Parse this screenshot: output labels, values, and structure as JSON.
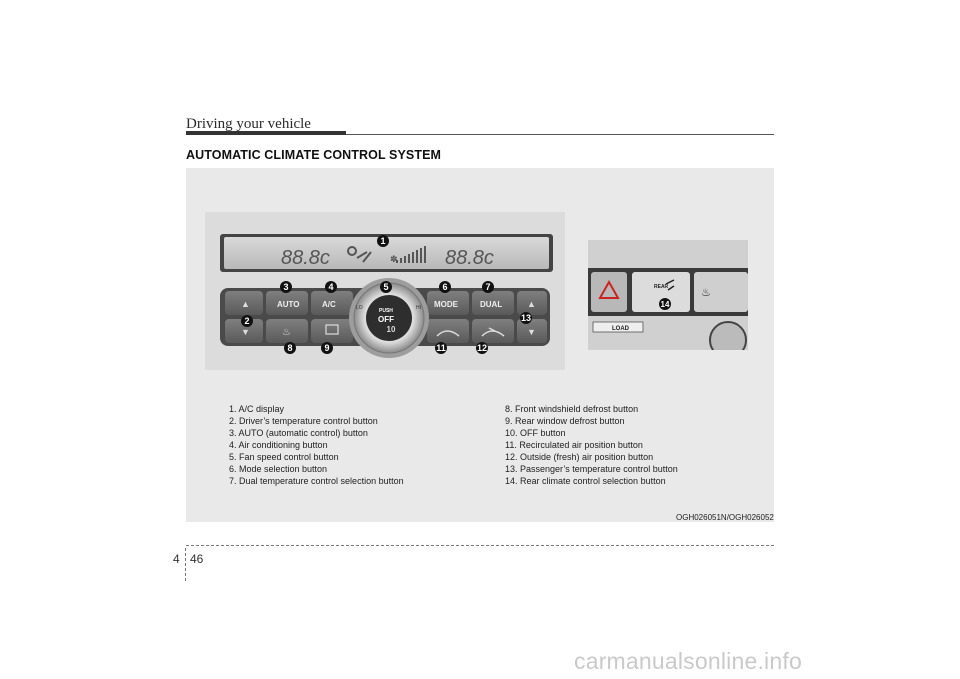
{
  "header": {
    "title": "Driving your vehicle"
  },
  "section": {
    "title": "AUTOMATIC CLIMATE CONTROL SYSTEM"
  },
  "panel": {
    "display_left": "88.8c",
    "display_right": "88.8c",
    "buttons": {
      "auto": "AUTO",
      "ac": "A/C",
      "mode": "MODE",
      "dual": "DUAL"
    },
    "knob": {
      "push": "PUSH",
      "off": "OFF",
      "lo": "LO",
      "hi": "HI"
    },
    "callouts": [
      "1",
      "2",
      "3",
      "4",
      "5",
      "6",
      "7",
      "8",
      "9",
      "10",
      "11",
      "12",
      "13"
    ]
  },
  "rear_panel": {
    "rear": "REAR",
    "load": "LOAD",
    "callout": "14"
  },
  "legend_left": [
    "1. A/C display",
    "2. Driver’s temperature control button",
    "3. AUTO (automatic control) button",
    "4. Air conditioning button",
    "5. Fan speed control button",
    "6. Mode selection button",
    "7. Dual temperature control selection button"
  ],
  "legend_right": [
    "8. Front windshield defrost button",
    "9. Rear window defrost button",
    "10. OFF button",
    "11. Recirculated air position button",
    "12. Outside (fresh) air position button",
    "13. Passenger’s temperature control button",
    "14. Rear climate control selection button"
  ],
  "caption": "OGH026051N/OGH026052",
  "footer": {
    "chapter": "4",
    "page": "46"
  },
  "watermark": "carmanualsonline.info"
}
